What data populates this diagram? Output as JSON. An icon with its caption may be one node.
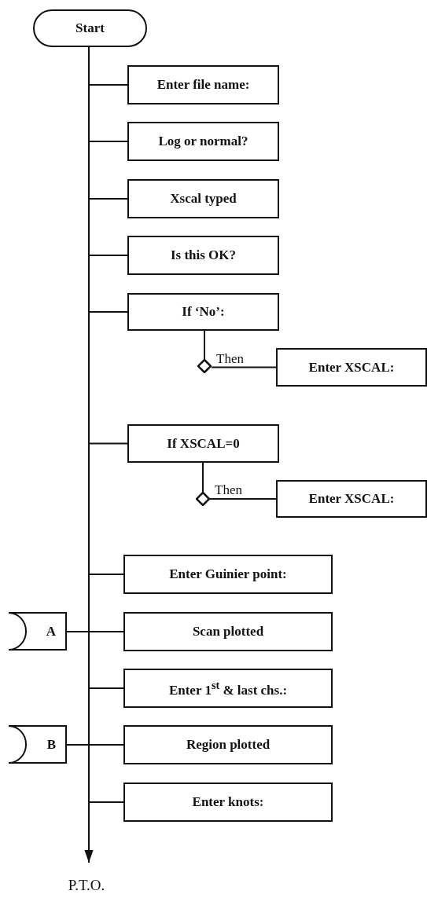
{
  "diagram": {
    "nodes": [
      {
        "text": [
          "Start"
        ]
      },
      {
        "text": [
          "Enter file name:"
        ]
      },
      {
        "text": [
          "Log or normal?"
        ]
      },
      {
        "text": [
          "Xscal typed"
        ]
      },
      {
        "text": [
          "Is this OK?"
        ]
      },
      {
        "text": [
          "If ‘No’:"
        ]
      },
      {
        "text": [],
        "shape": "diamond"
      },
      {
        "text": [
          "Enter XSCAL:"
        ]
      },
      {
        "text": [
          "If XSCAL=0"
        ]
      },
      {
        "text": [],
        "shape": "diamond"
      },
      {
        "text": [
          "Enter XSCAL:"
        ]
      },
      {
        "text": [
          "Enter Guinier point:"
        ]
      },
      {
        "text": [
          "A"
        ]
      },
      {
        "text": [
          "Scan plotted"
        ]
      },
      {
        "text": [
          "Enter 1$^{st}$ & last chs.:"
        ]
      },
      {
        "text": [
          "B"
        ]
      },
      {
        "text": [
          "Region plotted"
        ]
      },
      {
        "text": [
          "Enter knots:"
        ]
      },
      {
        "text": [
          "P.T.O."
        ]
      }
    ],
    "edges": [
      {
        "from": 0,
        "to": 1,
        "arrow": "none"
      },
      {
        "from": 0,
        "to": 2,
        "arrow": "none"
      },
      {
        "from": 0,
        "to": 3,
        "arrow": "none"
      },
      {
        "from": 0,
        "to": 4,
        "arrow": "none"
      },
      {
        "from": 0,
        "to": 5,
        "arrow": "none"
      },
      {
        "from": 5,
        "to": 6,
        "arrow": "none"
      },
      {
        "from": 6,
        "to": 7,
        "label": "Then",
        "arrow": "none"
      },
      {
        "from": 0,
        "to": 8,
        "arrow": "none"
      },
      {
        "from": 8,
        "to": 9,
        "arrow": "none"
      },
      {
        "from": 9,
        "to": 10,
        "label": "Then",
        "arrow": "none"
      },
      {
        "from": 0,
        "to": 11,
        "arrow": "none"
      },
      {
        "from": 0,
        "to": 13,
        "arrow": "none"
      },
      {
        "from": 12,
        "to": 13,
        "arrow": "none"
      },
      {
        "from": 0,
        "to": 14,
        "arrow": "none"
      },
      {
        "from": 0,
        "to": 16,
        "arrow": "none"
      },
      {
        "from": 15,
        "to": 16,
        "arrow": "none"
      },
      {
        "from": 0,
        "to": 17,
        "arrow": "none"
      },
      {
        "from": 0,
        "to": 18,
        "arrow": "to"
      }
    ]
  }
}
